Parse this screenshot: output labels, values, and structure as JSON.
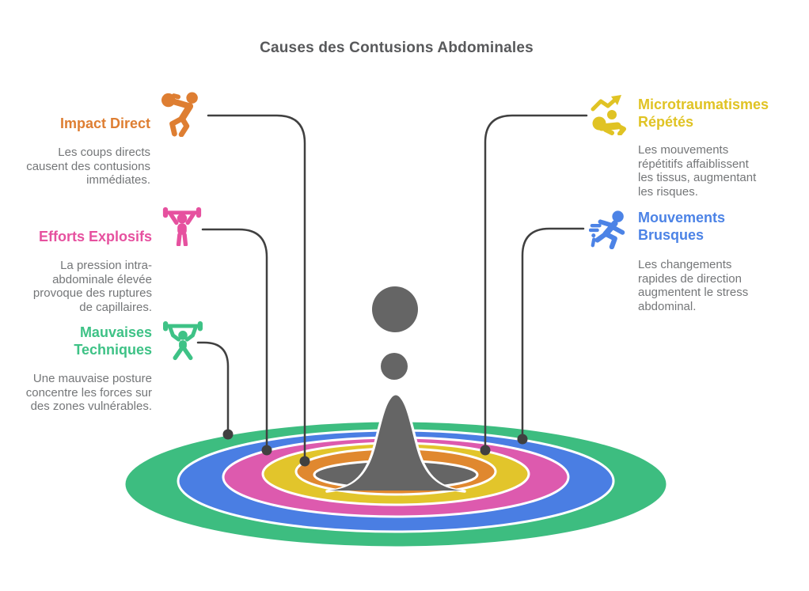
{
  "title": "Causes des Contusions Abdominales",
  "items": [
    {
      "title": "Impact Direct",
      "description": "Les coups directs\ncausent des contusions\nimmédiates.",
      "color": "#DE7E32",
      "icon": "dumbbell-swing-icon",
      "side": "left"
    },
    {
      "title": "Efforts Explosifs",
      "description": "La pression intra-\nabdominale élevée\nprovoque des ruptures\nde capillaires.",
      "color": "#E6519F",
      "icon": "overhead-press-icon",
      "side": "left"
    },
    {
      "title": "Mauvaises\nTechniques",
      "description": "Une mauvaise posture\nconcentre les forces sur\ndes zones vulnérables.",
      "color": "#3EC286",
      "icon": "barbell-lift-icon",
      "side": "left"
    },
    {
      "title": "Microtraumatismes\nRépétés",
      "description": "Les mouvements\nrépétitifs affaiblissent\nles tissus, augmentant\nles risques.",
      "color": "#E0C324",
      "icon": "crawl-arrow-icon",
      "side": "right"
    },
    {
      "title": "Mouvements\nBrusques",
      "description": "Les changements\nrapides de direction\naugmentent le stress\nabdominal.",
      "color": "#4C83E6",
      "icon": "sprint-icon",
      "side": "right"
    }
  ],
  "colors": {
    "ring_green": "#3DBD80",
    "ring_blue": "#4A7EE3",
    "ring_pink": "#DD5AAE",
    "ring_yellow": "#E2C52B",
    "ring_orange": "#E0882F",
    "splash_gray": "#656565",
    "connector": "#404040",
    "title_text": "#58595B",
    "body_text": "#747678"
  }
}
